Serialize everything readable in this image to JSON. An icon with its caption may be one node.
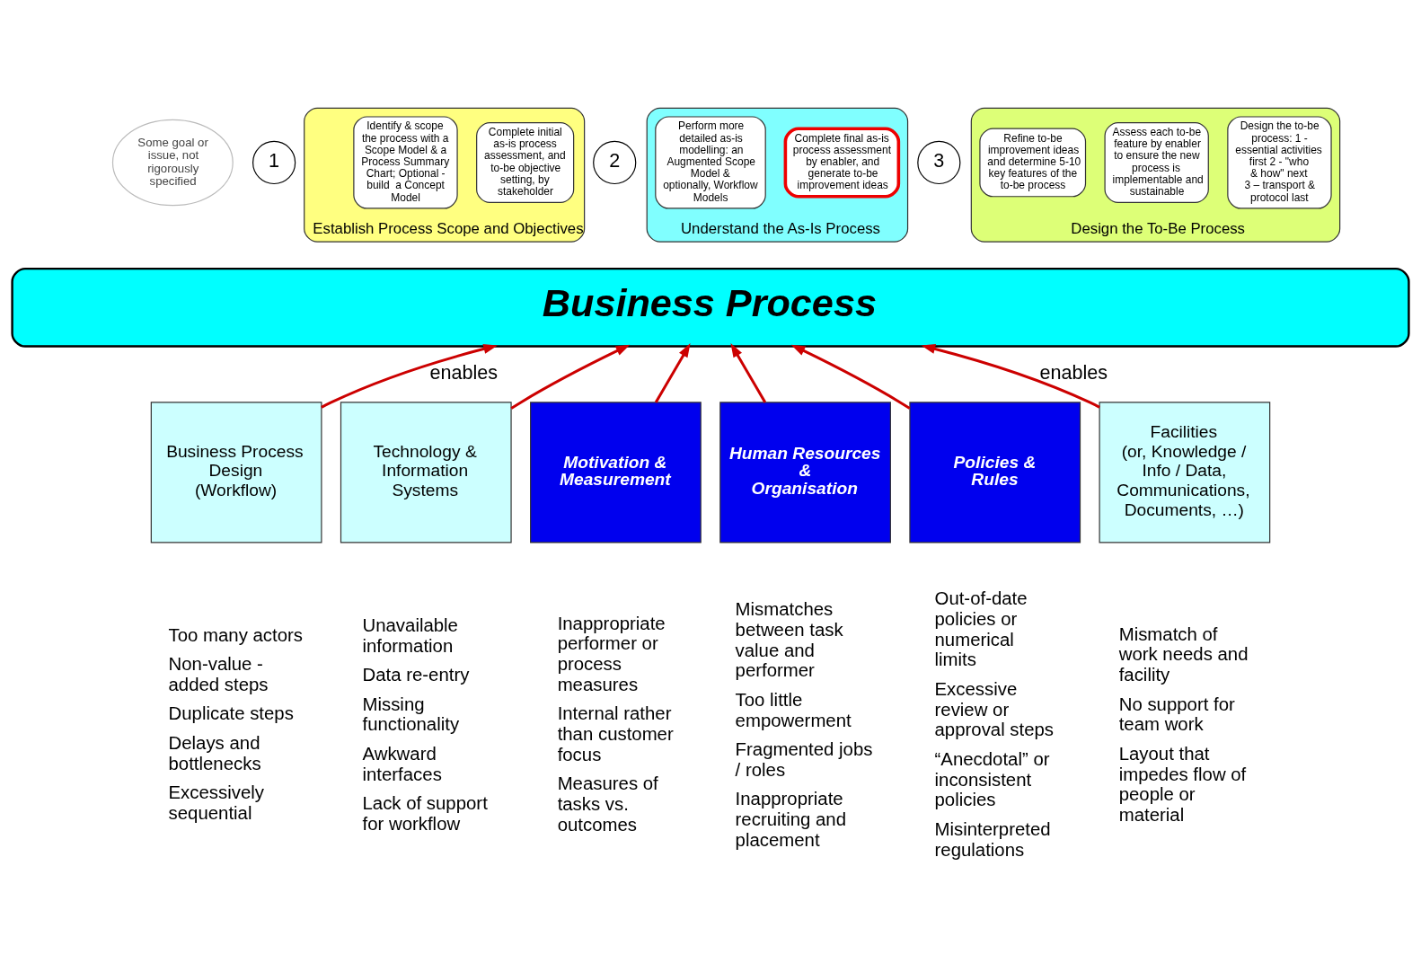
{
  "diagram": {
    "nodes": [
      {
        "text": [
          "Some goal or issue, not rigorously specified"
        ]
      },
      {
        "text": [
          "1"
        ]
      },
      {
        "text": [
          "Establish Process Scope and Objectives"
        ]
      },
      {
        "text": [
          "Identify & scope the process with a Scope Model & a Process Summary Chart; Optional - build  a Concept Model"
        ],
        "in": 2
      },
      {
        "text": [
          "Complete initial as-is process assessment, and to-be objective setting, by stakeholder"
        ],
        "in": 2
      },
      {
        "text": [
          "2"
        ]
      },
      {
        "text": [
          "Understand the As-Is Process"
        ]
      },
      {
        "text": [
          "Perform more detailed as-is modelling: an Augmented Scope Model & optionally, Workflow Models"
        ],
        "in": 6
      },
      {
        "text": [
          "Complete final as-is process assessment by enabler, and generate to-be improvement ideas"
        ],
        "in": 6
      },
      {
        "text": [
          "3"
        ]
      },
      {
        "text": [
          "Design the To-Be Process"
        ]
      },
      {
        "text": [
          "Refine to-be improvement ideas and determine 5-10 key features of the to-be process"
        ],
        "in": 10
      },
      {
        "text": [
          "Assess each to-be feature by enabler to ensure the new process is implementable and sustainable"
        ],
        "in": 10
      },
      {
        "text": [
          "Design the to-be process: 1 - essential activities first 2 - \"who & how\" next 3 – transport & protocol last"
        ],
        "in": 10
      },
      {
        "text": [
          "Business Process"
        ]
      },
      {
        "text": [
          "Business Process Design (Workflow)"
        ],
        "beside": [
          "Too many actors",
          "Non-value - added steps",
          "Duplicate steps",
          "Delays and bottlenecks",
          "Excessively sequential"
        ]
      },
      {
        "text": [
          "Technology & Information Systems"
        ],
        "beside": [
          "Unavailable information",
          "Data re-entry",
          "Missing functionality",
          "Awkward interfaces",
          "Lack of support for workflow"
        ]
      },
      {
        "text": [
          "Motivation & Measurement"
        ],
        "beside": [
          "Inappropriate performer or process measures",
          "Internal rather than customer focus",
          "Measures of tasks vs. outcomes"
        ]
      },
      {
        "text": [
          "Human Resources & Organisation"
        ],
        "beside": [
          "Mismatches between task value and performer",
          "Too little empowerment",
          "Fragmented jobs / roles",
          "Inappropriate recruiting and placement"
        ]
      },
      {
        "text": [
          "Policies & Rules"
        ],
        "beside": [
          "Out-of-date policies or numerical limits",
          "Excessive review or approval steps",
          "“Anecdotal” or inconsistent policies",
          "Misinterpreted regulations"
        ]
      },
      {
        "text": [
          "Facilities",
          "(or, Knowledge / Info / Data, Communications, Documents, …)"
        ],
        "beside": [
          "Mismatch of work needs and facility",
          "No support for team work",
          "Layout that impedes flow of people or material"
        ]
      }
    ],
    "edges": [
      {
        "from": 15,
        "to": 14,
        "arrow": "to",
        "label": "enables"
      },
      {
        "from": 16,
        "to": 14,
        "arrow": "to"
      },
      {
        "from": 17,
        "to": 14,
        "arrow": "to"
      },
      {
        "from": 18,
        "to": 14,
        "arrow": "to"
      },
      {
        "from": 19,
        "to": 14,
        "arrow": "to"
      },
      {
        "from": 20,
        "to": 14,
        "arrow": "to",
        "label": "enables"
      }
    ]
  }
}
